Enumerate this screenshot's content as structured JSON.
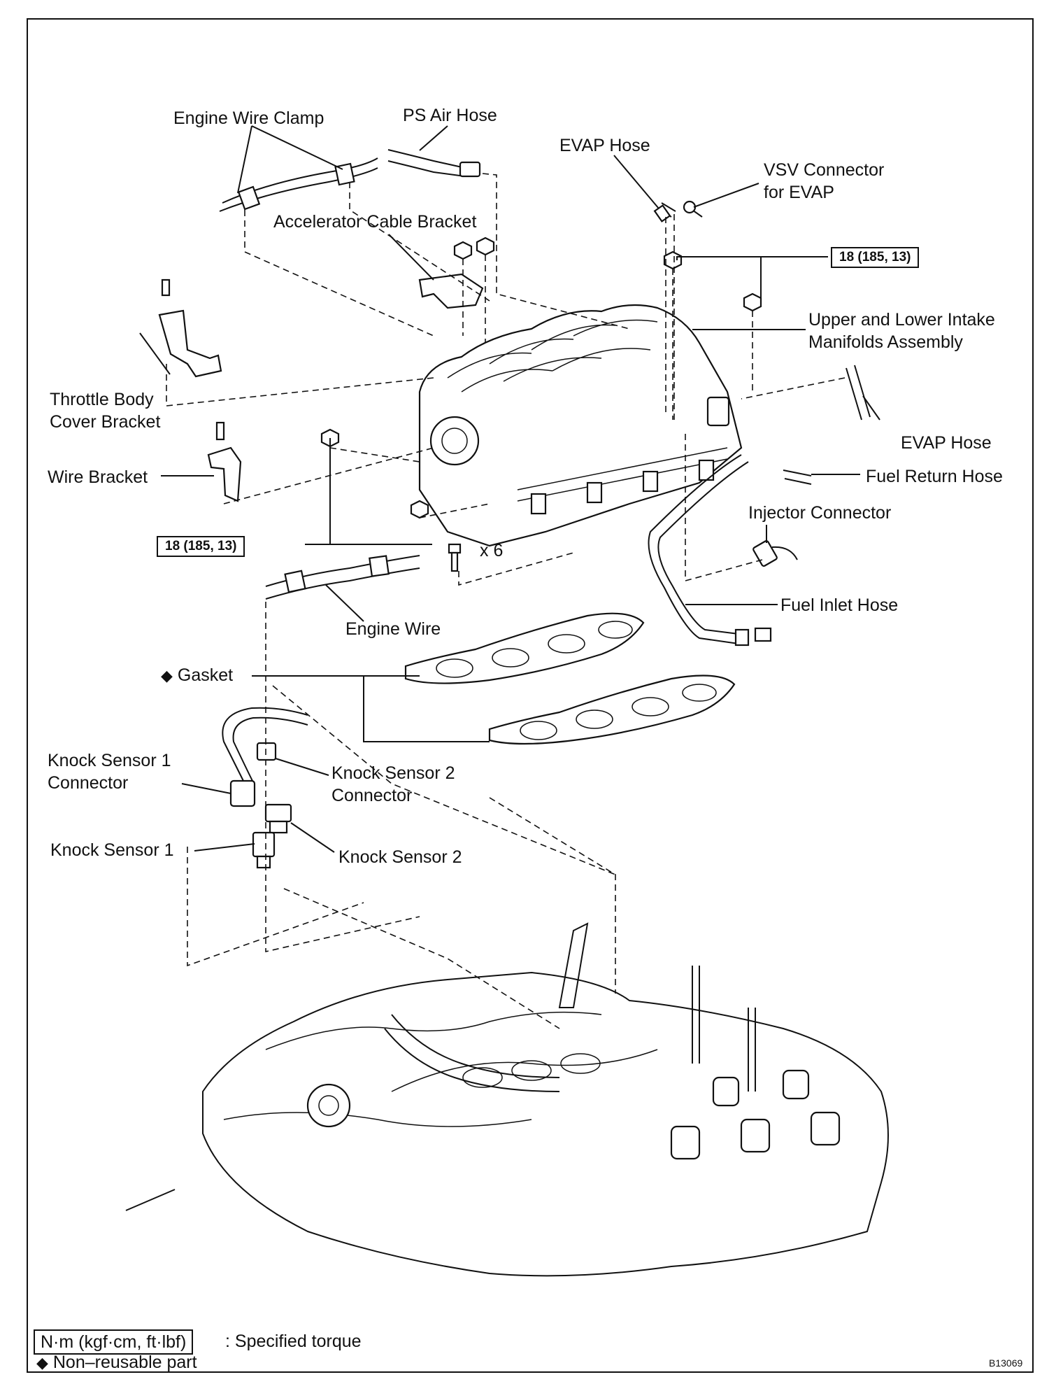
{
  "labels": {
    "engine_wire_clamp": "Engine Wire Clamp",
    "ps_air_hose": "PS Air Hose",
    "evap_hose_top": "EVAP Hose",
    "vsv_connector_1": "VSV Connector",
    "vsv_connector_2": "for EVAP",
    "accelerator_cable_bracket": "Accelerator Cable Bracket",
    "upper_lower_intake_1": "Upper and Lower Intake",
    "upper_lower_intake_2": "Manifolds Assembly",
    "throttle_body_cover_1": "Throttle Body",
    "throttle_body_cover_2": "Cover Bracket",
    "evap_hose_right": "EVAP Hose",
    "wire_bracket": "Wire Bracket",
    "fuel_return_hose": "Fuel Return Hose",
    "injector_connector": "Injector Connector",
    "bolt_count": "x 6",
    "fuel_inlet_hose": "Fuel Inlet Hose",
    "engine_wire": "Engine Wire",
    "gasket": "Gasket",
    "knock_sensor_1_connector_1": "Knock Sensor 1",
    "knock_sensor_1_connector_2": "Connector",
    "knock_sensor_2_connector_1": "Knock Sensor 2",
    "knock_sensor_2_connector_2": "Connector",
    "knock_sensor_1": "Knock Sensor 1",
    "knock_sensor_2": "Knock Sensor 2"
  },
  "torque_specs": {
    "upper_right": "18 (185, 13)",
    "left": "18 (185, 13)"
  },
  "legend": {
    "torque_box": "N·m (kgf·cm, ft·lbf)",
    "torque_desc": ": Specified torque",
    "non_reusable_symbol": "◆",
    "non_reusable_desc": "Non–reusable part"
  },
  "reference_code": "B13069"
}
